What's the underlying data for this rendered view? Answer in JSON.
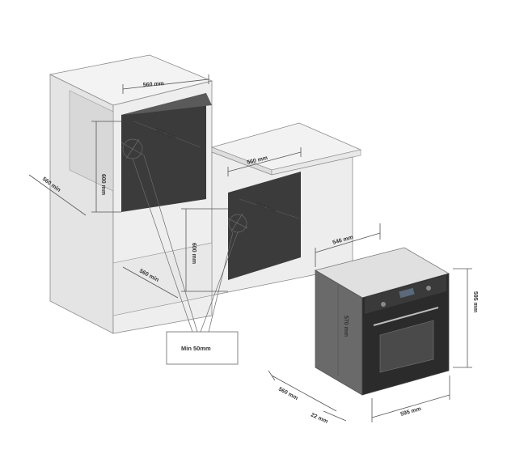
{
  "diagram": {
    "dimensions": {
      "upper_width": "560 mm",
      "upper_depth_inner": "560 min",
      "upper_height": "600 mm",
      "upper_side_depth": "560 min",
      "lower_width": "560 mm",
      "lower_depth_inner": "560 min",
      "lower_height": "600 mm",
      "lower_floor_depth": "560 min",
      "oven_depth_top": "546 mm",
      "oven_height_total": "595 mm",
      "oven_body_height": "570 mm",
      "oven_depth_side": "560 mm",
      "oven_front_thickness": "22 mm",
      "oven_width": "595 mm"
    },
    "callout": "Min 50mm"
  }
}
